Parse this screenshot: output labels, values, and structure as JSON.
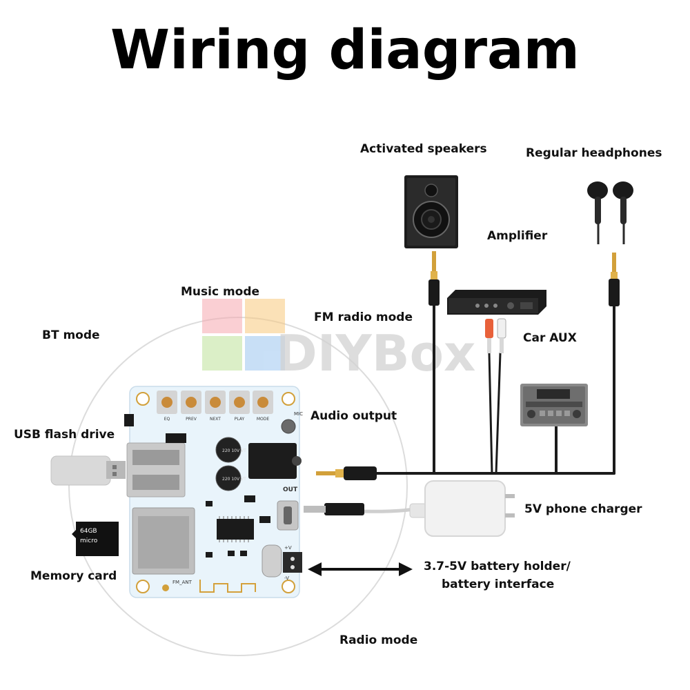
{
  "title": "Wiring diagram",
  "labels": {
    "activated_speakers": "Activated speakers",
    "regular_headphones": "Regular headphones",
    "amplifier": "Amplifier",
    "music_mode": "Music mode",
    "fm_radio_mode": "FM radio mode",
    "bt_mode": "BT mode",
    "car_aux": "Car AUX",
    "audio_output": "Audio output",
    "usb_flash_drive": "USB flash drive",
    "phone_charger": "5V phone charger",
    "memory_card": "Memory card",
    "battery_line1": "3.7-5V battery holder/",
    "battery_line2": "battery interface",
    "radio_mode": "Radio mode"
  },
  "watermark": "DIYBox",
  "board_marks": {
    "out": "OUT",
    "mic": "MIC",
    "fm_ant": "FM_ANT",
    "cap1": "220 10V VT",
    "cap2": "220 10V VT",
    "sd_card_size": "64GB",
    "sd_card_brand": "micro",
    "battery_plus": "+V",
    "battery_minus": "-V"
  },
  "buttons": [
    "EQ",
    "PREV",
    "NEXT",
    "PLAY",
    "MODE"
  ]
}
